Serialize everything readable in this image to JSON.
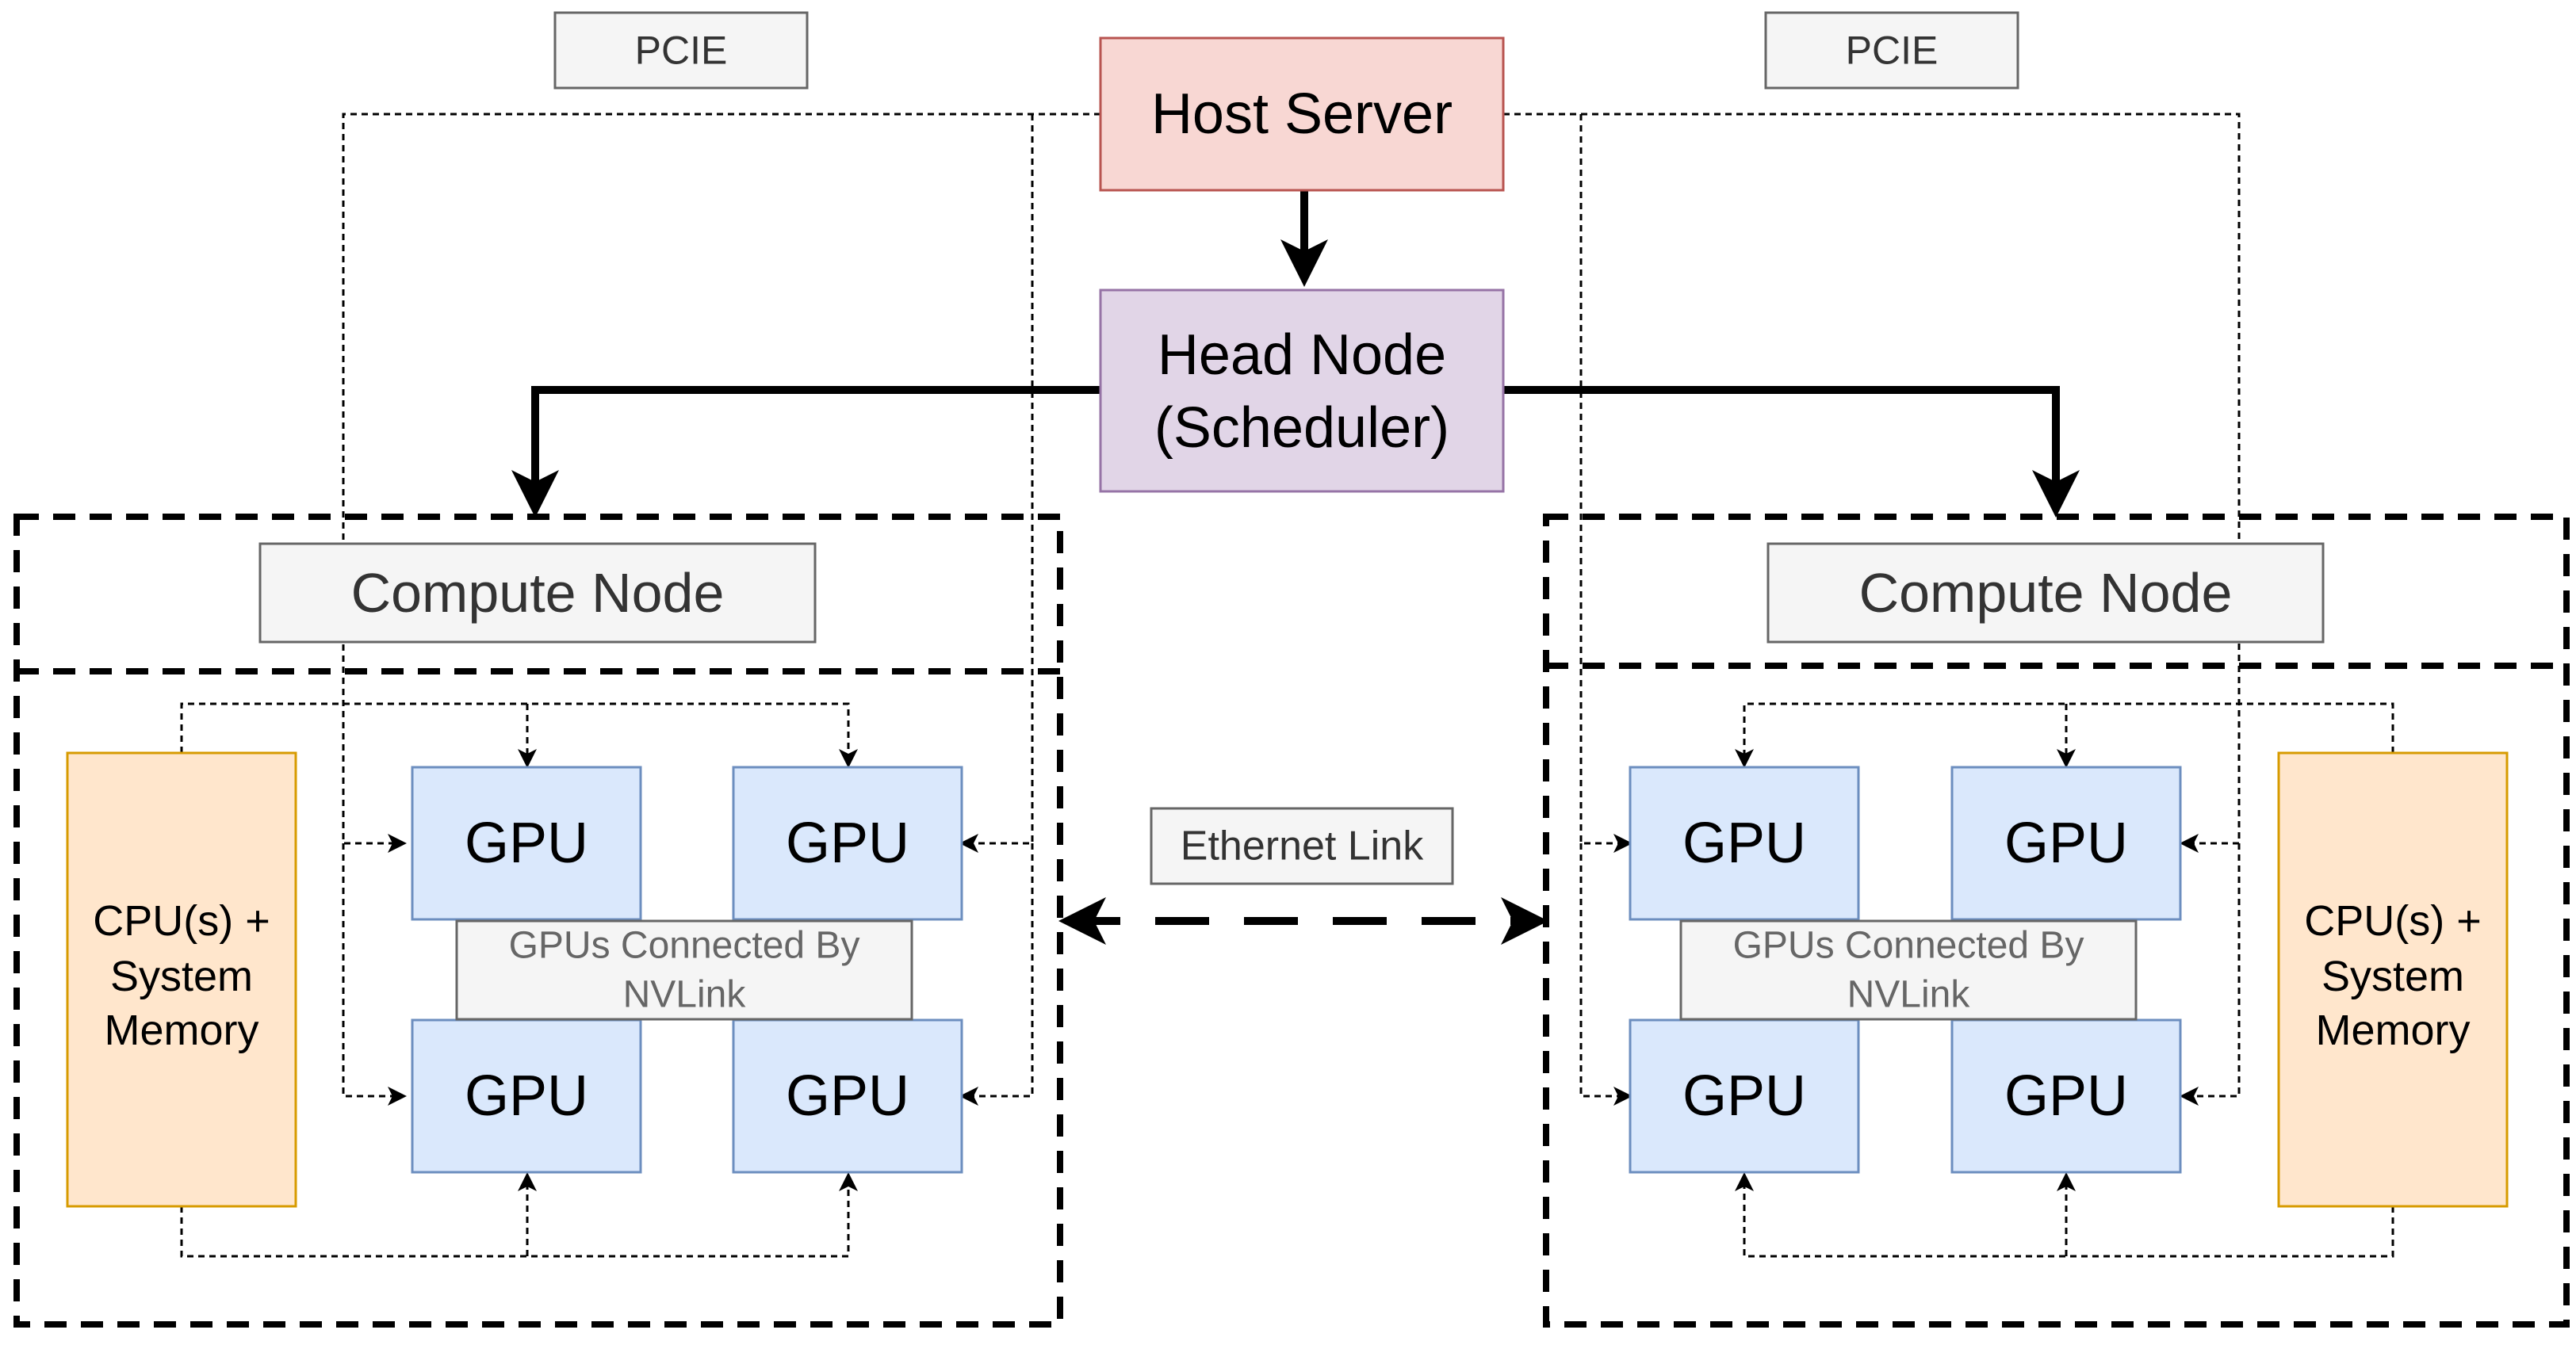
{
  "diagram": {
    "pcie_labels": [
      "PCIE",
      "PCIE"
    ],
    "host_server": "Host Server",
    "head_node": {
      "line1": "Head Node",
      "line2": "(Scheduler)"
    },
    "compute_nodes": [
      {
        "title": "Compute Node",
        "cpu": {
          "line1": "CPU(s) +",
          "line2": "System",
          "line3": "Memory"
        },
        "gpus": [
          "GPU",
          "GPU",
          "GPU",
          "GPU"
        ],
        "nvlink": {
          "line1": "GPUs Connected By",
          "line2": "NVLink"
        }
      },
      {
        "title": "Compute Node",
        "cpu": {
          "line1": "CPU(s) +",
          "line2": "System",
          "line3": "Memory"
        },
        "gpus": [
          "GPU",
          "GPU",
          "GPU",
          "GPU"
        ],
        "nvlink": {
          "line1": "GPUs Connected By",
          "line2": "NVLink"
        }
      }
    ],
    "ethernet_label": "Ethernet Link",
    "colors": {
      "host_fill": "#f8d7d3",
      "host_stroke": "#b85450",
      "head_fill": "#e1d5e7",
      "head_stroke": "#9673a6",
      "gpu_fill": "#dae8fc",
      "gpu_stroke": "#6c8ebf",
      "cpu_fill": "#ffe6cc",
      "cpu_stroke": "#d79b00",
      "label_fill": "#f5f5f5",
      "label_stroke": "#666666"
    }
  }
}
